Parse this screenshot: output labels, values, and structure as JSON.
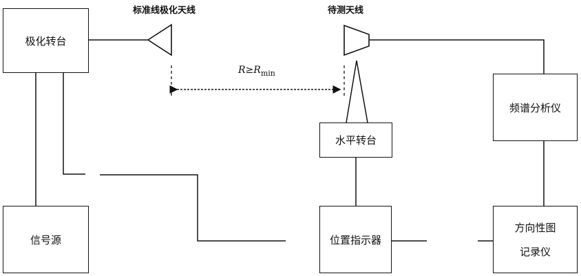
{
  "diagram": {
    "blocks": {
      "polarization_turntable": "极化转台",
      "signal_source": "信号源",
      "horizontal_turntable": "水平转台",
      "position_indicator": "位置指示器",
      "spectrum_analyzer": "频谱分析仪",
      "pattern_recorder_line1": "方向性图",
      "pattern_recorder_line2": "记录仪"
    },
    "antenna_labels": {
      "standard_antenna": "标准线极化天线",
      "test_antenna": "待测天线"
    },
    "distance": {
      "symbol": "R",
      "relation": "≥",
      "min_symbol": "R",
      "min_subscript": "min"
    }
  }
}
